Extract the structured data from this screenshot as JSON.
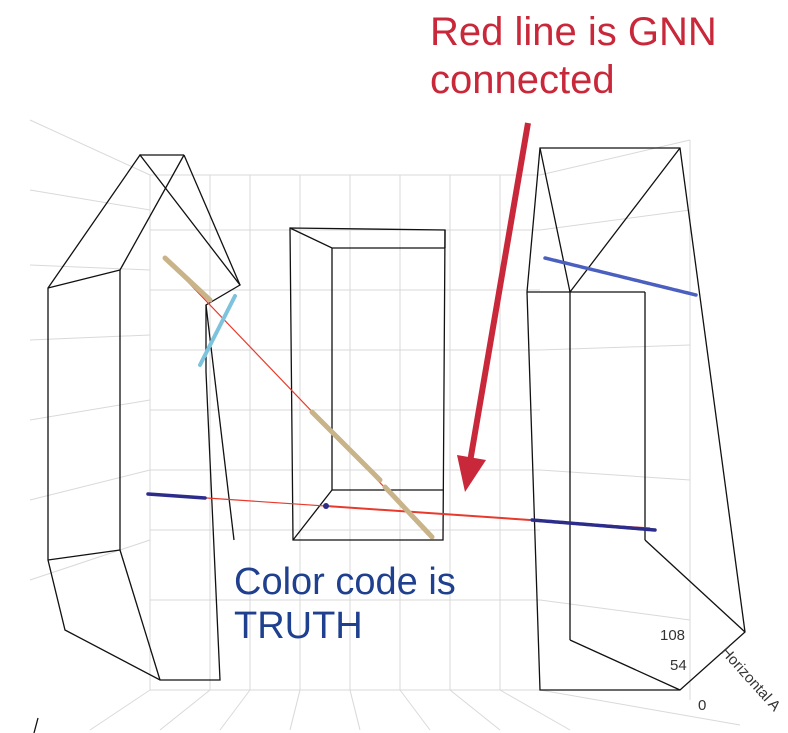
{
  "annotations": {
    "gnn_note_line1": "Red line is GNN",
    "gnn_note_line2": "connected",
    "truth_note_line1": "Color code is",
    "truth_note_line2": "TRUTH"
  },
  "axis": {
    "title_partial": "Horizontal A",
    "ticks": [
      "108",
      "54",
      "0"
    ]
  },
  "colors": {
    "annotation_red": "#c8283a",
    "annotation_blue": "#1f3f8f",
    "gnn_edge": "#e83a2c",
    "track_tan": "#c9b48a",
    "track_lightblue": "#7ec3dd",
    "track_navy": "#2c2d8a",
    "track_royal": "#4a5fc0",
    "grid": "#d9d9d9",
    "wire": "#111111"
  }
}
